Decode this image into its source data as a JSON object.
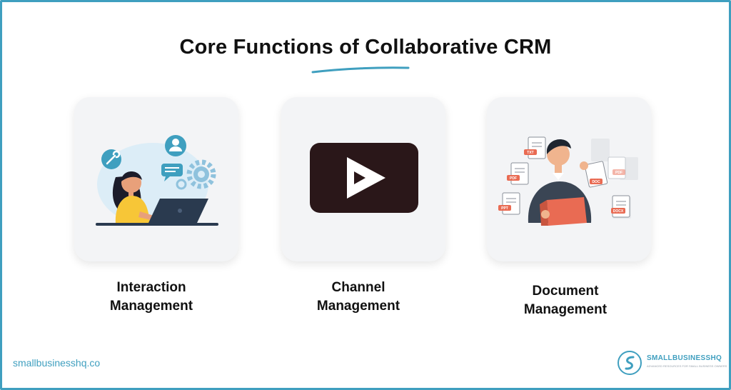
{
  "title": "Core Functions of Collaborative CRM",
  "cards": [
    {
      "label_line1": "Interaction",
      "label_line2": "Management",
      "icon": "woman-laptop-illustration"
    },
    {
      "label_line1": "Channel",
      "label_line2": "Management",
      "icon": "play-logo-icon"
    },
    {
      "label_line1": "Document",
      "label_line2": "Management",
      "icon": "man-documents-illustration"
    }
  ],
  "files": [
    "TXT",
    "PDF",
    "DOC",
    "PDF",
    "PPT",
    "DOCX"
  ],
  "footer": {
    "url": "smallbusinesshq.co",
    "brand_name": "SMALLBUSINESSHQ",
    "brand_tagline": "ADVANCED RESOURCES FOR SMALL BUSINESS OWNERS"
  },
  "colors": {
    "border": "#3f9fbf",
    "accent": "#3f9fbf",
    "play_tile": "#2a1719"
  }
}
